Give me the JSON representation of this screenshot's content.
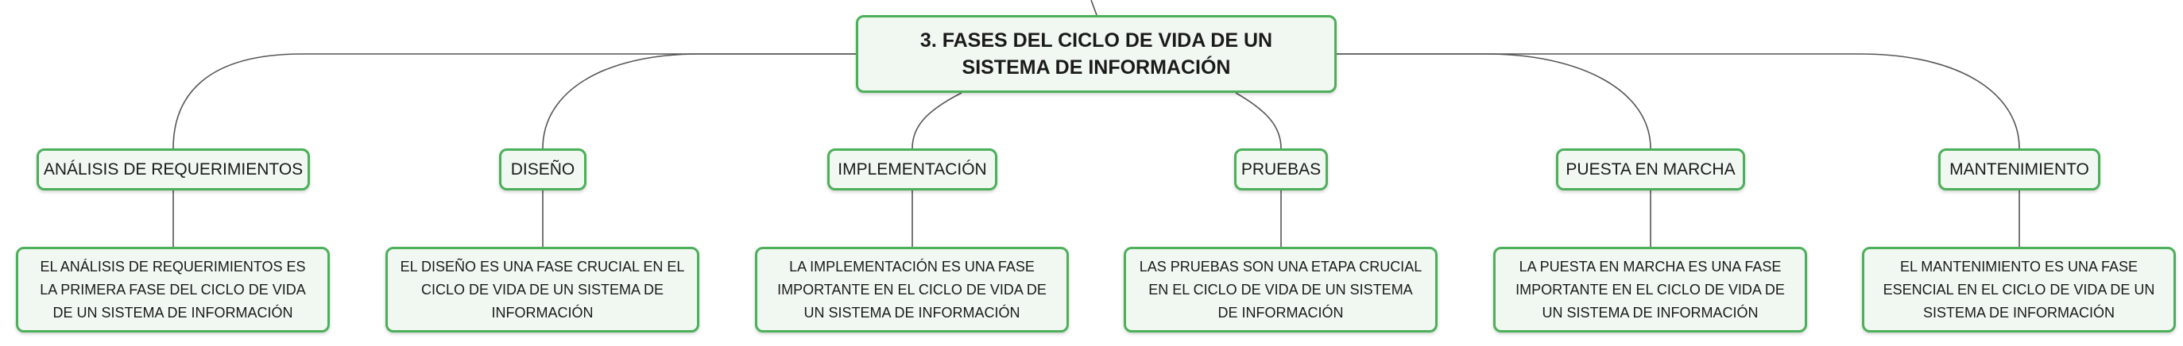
{
  "root": {
    "title": "3. FASES DEL CICLO DE VIDA DE UN SISTEMA DE INFORMACIÓN"
  },
  "phases": [
    {
      "label": "ANÁLISIS DE REQUERIMIENTOS",
      "description": "EL ANÁLISIS DE REQUERIMIENTOS ES LA PRIMERA FASE DEL CICLO DE VIDA DE UN SISTEMA DE INFORMACIÓN"
    },
    {
      "label": "DISEÑO",
      "description": "EL DISEÑO ES UNA FASE CRUCIAL EN EL CICLO DE VIDA DE UN SISTEMA DE INFORMACIÓN"
    },
    {
      "label": "IMPLEMENTACIÓN",
      "description": "LA IMPLEMENTACIÓN ES UNA FASE IMPORTANTE EN EL CICLO DE VIDA DE UN SISTEMA DE INFORMACIÓN"
    },
    {
      "label": "PRUEBAS",
      "description": "LAS PRUEBAS SON UNA ETAPA CRUCIAL EN EL CICLO DE VIDA DE UN SISTEMA DE INFORMACIÓN"
    },
    {
      "label": "PUESTA EN MARCHA",
      "description": "LA PUESTA EN MARCHA ES UNA FASE IMPORTANTE EN EL CICLO DE VIDA DE UN SISTEMA DE INFORMACIÓN"
    },
    {
      "label": "MANTENIMIENTO",
      "description": "EL MANTENIMIENTO ES UNA FASE ESENCIAL EN EL CICLO DE VIDA DE UN SISTEMA DE INFORMACIÓN"
    }
  ],
  "colors": {
    "node_border": "#4bb05a",
    "node_fill": "#f1f8f1",
    "connector": "#555555"
  }
}
